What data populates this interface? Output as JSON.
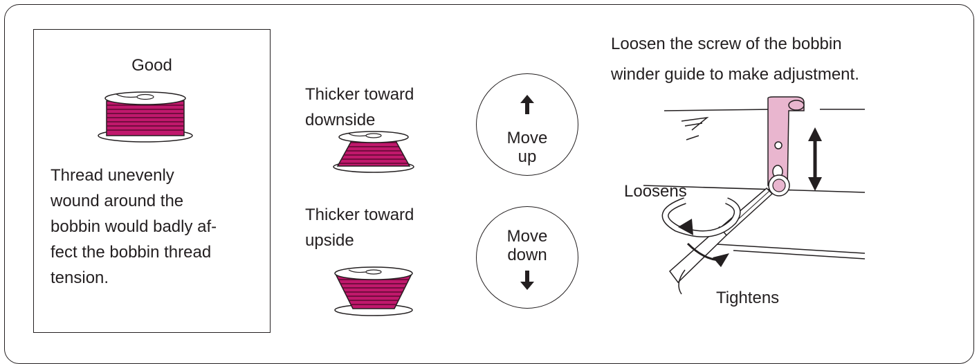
{
  "panel_good": {
    "title": "Good",
    "description_lines": [
      "Thread unevenly",
      "wound around the",
      "bobbin would badly af-",
      "fect the bobbin thread",
      "tension."
    ]
  },
  "cases": [
    {
      "label_lines": [
        "Thicker toward",
        "downside"
      ],
      "action_lines": [
        "Move",
        "up"
      ],
      "arrow_icon": "arrow-up-icon"
    },
    {
      "label_lines": [
        "Thicker toward",
        "upside"
      ],
      "action_lines": [
        "Move",
        "down"
      ],
      "arrow_icon": "arrow-down-icon"
    }
  ],
  "adjustment": {
    "instruction_lines": [
      "Loosen the screw of the bobbin",
      "winder guide to make adjustment."
    ],
    "loosens_label": "Loosens",
    "tightens_label": "Tightens"
  },
  "colors": {
    "thread": "#c0186c",
    "thread_dark": "#5a0830",
    "guide": "#e9b6cf",
    "line": "#231f20"
  }
}
